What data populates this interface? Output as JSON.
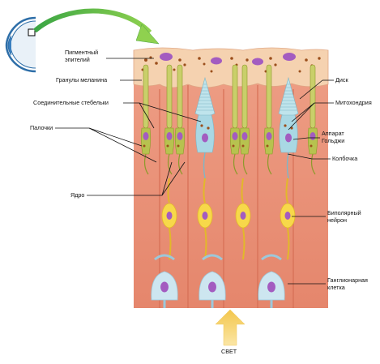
{
  "labels": {
    "pigment_epithelium_1": "Пигментный",
    "pigment_epithelium_2": "эпителий",
    "melanin_granules": "Гранулы меланина",
    "connecting_cilia": "Соединительные стебельки",
    "rods": "Палочки",
    "nucleus": "Ядро",
    "disc": "Диск",
    "mitochondria": "Митохондрия",
    "golgi_1": "Аппарат",
    "golgi_2": "Гольджи",
    "cone": "Колбочка",
    "bipolar_1": "Биполярный",
    "bipolar_2": "нейрон",
    "ganglion_1": "Ганглионарная",
    "ganglion_2": "клетка",
    "light": "СВЕТ"
  },
  "colors": {
    "tissue": "#e8927a",
    "tissue_light": "#f3b49f",
    "epithelium": "#f6d6b8",
    "rod": "#c9cf6a",
    "rod_dark": "#8c9a2a",
    "cone": "#bfe4ec",
    "bipolar": "#f7d84a",
    "ganglion": "#cde6f0",
    "nucleus": "#a35cc0",
    "melanin": "#9b4f1c",
    "arrow_green": "#5fbf3a",
    "light_arrow": "#f6d77a"
  }
}
